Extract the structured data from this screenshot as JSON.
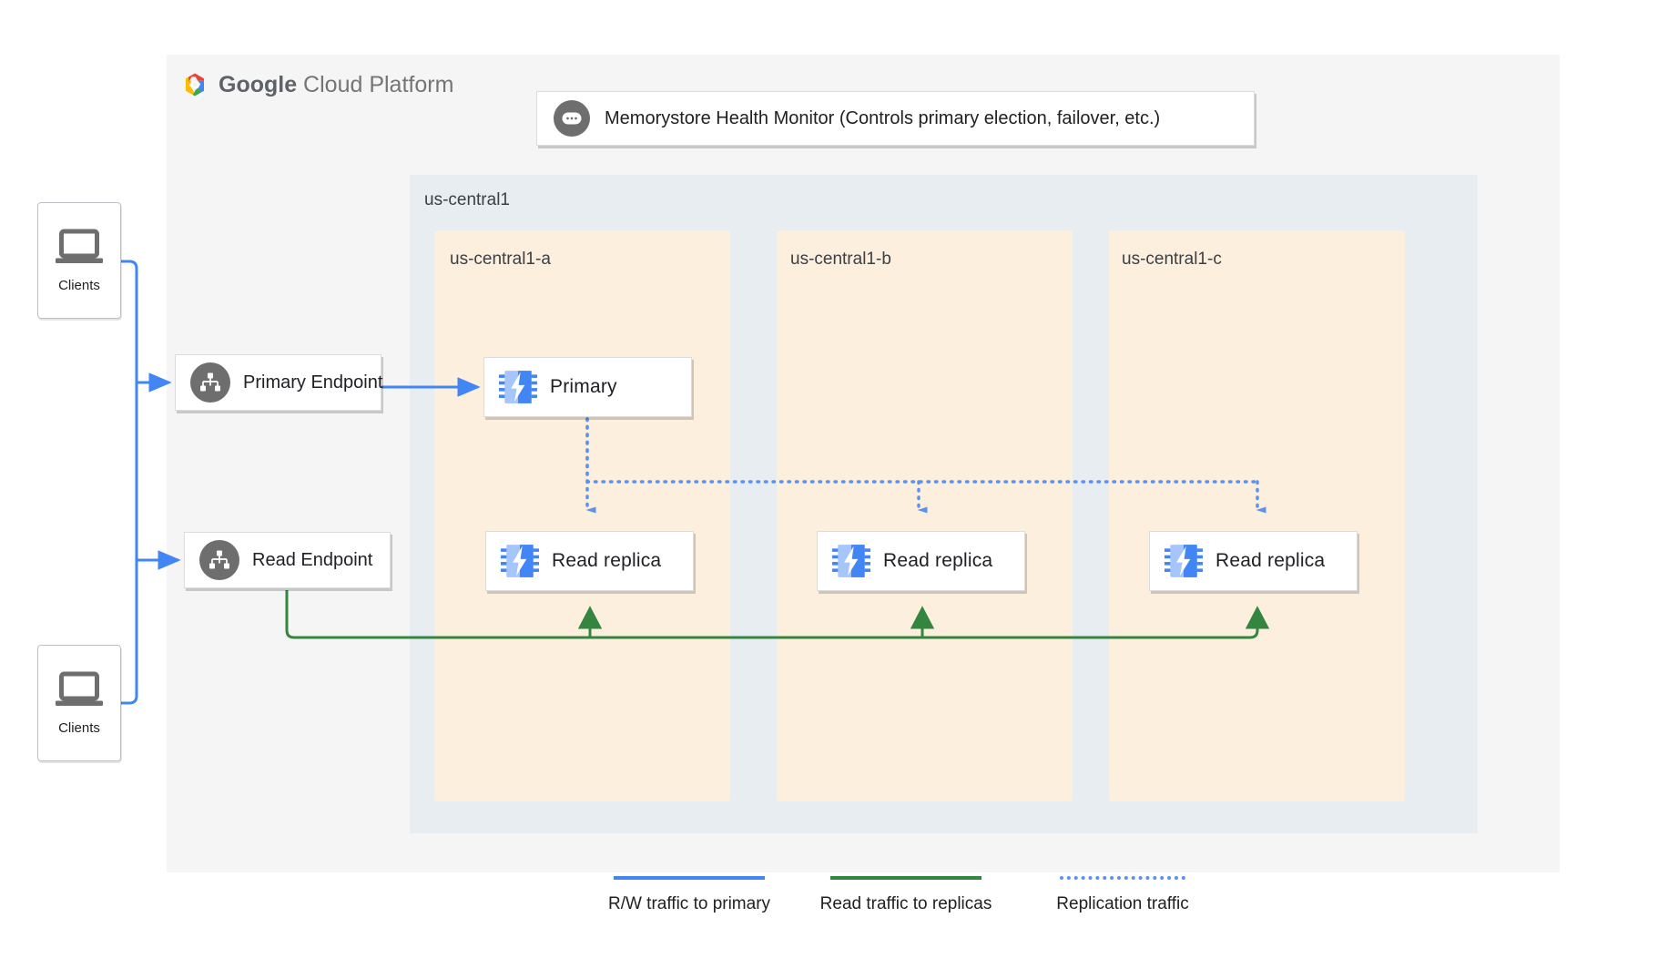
{
  "cloud": {
    "brand_bold": "Google",
    "brand_light": " Cloud Platform",
    "logo_icon": "google-cloud-hexagon-logo"
  },
  "health_monitor": {
    "label": "Memorystore Health Monitor (Controls primary election, failover, etc.)",
    "icon": "health-monitor-icon"
  },
  "region": {
    "label": "us-central1",
    "zones": [
      {
        "label": "us-central1-a"
      },
      {
        "label": "us-central1-b"
      },
      {
        "label": "us-central1-c"
      }
    ]
  },
  "endpoints": {
    "primary": {
      "label": "Primary Endpoint",
      "icon": "network-topology-icon"
    },
    "read": {
      "label": "Read Endpoint",
      "icon": "network-topology-icon"
    }
  },
  "nodes": {
    "primary": {
      "label": "Primary",
      "icon": "memorystore-chip-icon"
    },
    "replica_a": {
      "label": "Read replica",
      "icon": "memorystore-chip-icon"
    },
    "replica_b": {
      "label": "Read replica",
      "icon": "memorystore-chip-icon"
    },
    "replica_c": {
      "label": "Read replica",
      "icon": "memorystore-chip-icon"
    }
  },
  "clients": {
    "top": {
      "label": "Clients",
      "icon": "laptop-icon"
    },
    "bottom": {
      "label": "Clients",
      "icon": "laptop-icon"
    }
  },
  "legend": [
    {
      "label": "R/W traffic to primary",
      "color": "#4285F4",
      "style": "solid"
    },
    {
      "label": "Read traffic to replicas",
      "color": "#34853F",
      "style": "solid"
    },
    {
      "label": "Replication traffic",
      "color": "#5B91F0",
      "style": "dotted"
    }
  ],
  "colors": {
    "gcp_panel": "#F5F5F5",
    "region_panel": "#E8EDF1",
    "zone_panel": "#FDEFDD",
    "rw_blue": "#4285F4",
    "read_green": "#34853F",
    "replication_blue": "#5B91F0",
    "icon_gray": "#6E6E6E"
  }
}
